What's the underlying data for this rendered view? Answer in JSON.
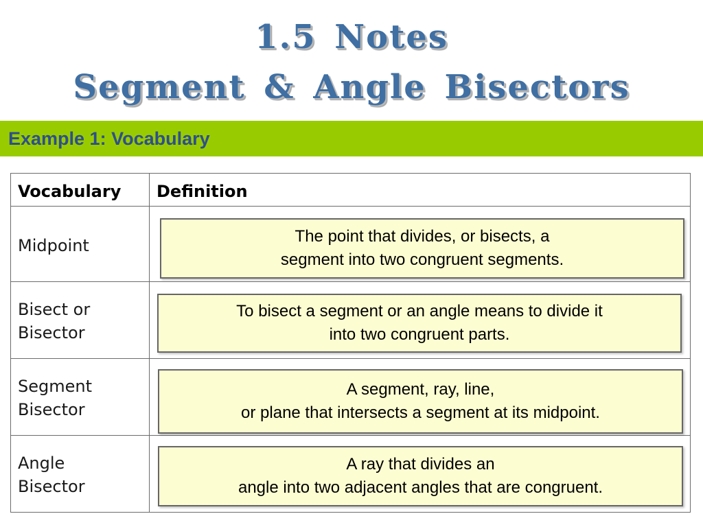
{
  "title": {
    "line1": "1.5  Notes",
    "line2": "Segment  &  Angle  Bisectors"
  },
  "banner": {
    "label": "Example 1:  Vocabulary",
    "color": "#99cc00",
    "text_color": "#2e4f8a"
  },
  "table": {
    "headers": {
      "vocabulary": "Vocabulary",
      "definition": "Definition"
    },
    "rows": [
      {
        "term": "Midpoint",
        "definition": "The point that divides, or bisects, a\nsegment into two congruent segments."
      },
      {
        "term": "Bisect or\nBisector",
        "definition": "To bisect a segment or an angle means to divide it\ninto two congruent parts."
      },
      {
        "term": "Segment\nBisector",
        "definition": "A segment, ray, line,\nor plane that intersects a segment at its midpoint."
      },
      {
        "term": "Angle\nBisector",
        "definition": "A ray that divides an\nangle into two adjacent angles that are congruent."
      }
    ]
  },
  "colors": {
    "title": "#3f6fa3",
    "definition_box_fill": "#fdfdd2"
  }
}
